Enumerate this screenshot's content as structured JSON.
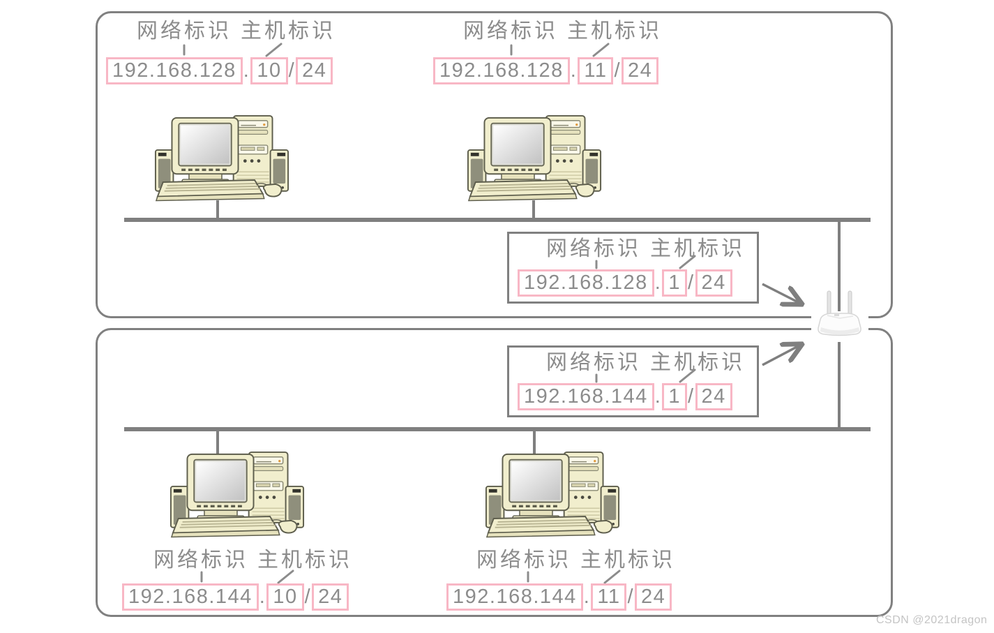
{
  "labels": {
    "network_label": "网络标识",
    "host_label": "主机标识",
    "dot": ".",
    "slash": "/"
  },
  "subnets": [
    {
      "id": "subnet-1",
      "hosts": [
        {
          "network": "192.168.128",
          "host": "10",
          "prefix": "24"
        },
        {
          "network": "192.168.128",
          "host": "11",
          "prefix": "24"
        }
      ],
      "router_interface": {
        "network": "192.168.128",
        "host": "1",
        "prefix": "24"
      }
    },
    {
      "id": "subnet-2",
      "hosts": [
        {
          "network": "192.168.144",
          "host": "10",
          "prefix": "24"
        },
        {
          "network": "192.168.144",
          "host": "11",
          "prefix": "24"
        }
      ],
      "router_interface": {
        "network": "192.168.144",
        "host": "1",
        "prefix": "24"
      }
    }
  ],
  "watermark": "CSDN @2021dragon",
  "colors": {
    "box_border": "#808080",
    "bus_line": "#7f7f7f",
    "text_gray": "#8c8c8c",
    "ip_box_pink": "#f8b7c5",
    "computer_body": "#f1eecd",
    "watermark_gray": "#c4c4c4"
  }
}
